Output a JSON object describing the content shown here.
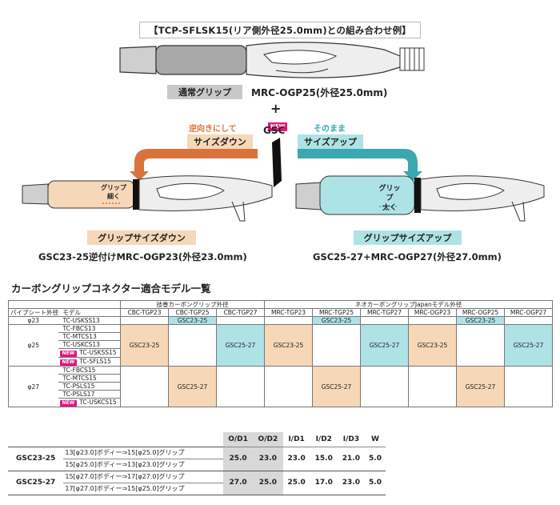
{
  "diagram": {
    "title": "【TCP-SFLSK15(リア側外径25.0mm)との組み合わせ例】",
    "normal_grip_label": "通常グリップ",
    "normal_grip_model": "MRC-OGP25(外径25.0mm)",
    "plus": "+",
    "new_badge": "NEW",
    "gsc_label": "GSC",
    "left_sub": "逆向きにして",
    "left_box": "サイズダウン",
    "right_sub": "そのまま",
    "right_box": "サイズアップ",
    "left_grip_note_1": "グリップ",
    "left_grip_note_2": "細く",
    "right_grip_note_1": "グリップ",
    "right_grip_note_2": "太く",
    "left_result_label": "グリップサイズダウン",
    "right_result_label": "グリップサイズアップ",
    "left_caption": "GSC23-25逆付けMRC-OGP23(外径23.0mm)",
    "right_caption": "GSC25-27+MRC-OGP27(外径27.0mm)",
    "colors": {
      "orange": "#f6d7b7",
      "orange_arrow": "#d9733c",
      "teal": "#aee3e6",
      "teal_arrow": "#3aa8b0",
      "new": "#e3167f"
    }
  },
  "table1": {
    "title": "カーボングリップコネクター適合モデル一覧",
    "group1": "技巻カーボングリップ外径",
    "group2": "ネオカーボングリップJapanモデル外径",
    "head_left1": "パイプシート外径",
    "head_left2": "モデル",
    "columns": [
      "CBC-TGP23",
      "CBC-TGP25",
      "CBC-TGP27",
      "MRC-TGP23",
      "MRC-TGP25",
      "MRC-TGP27",
      "MRC-OGP23",
      "MRC-OGP25",
      "MRC-OGP27"
    ],
    "diam_23": "φ23",
    "diam_25": "φ25",
    "diam_27": "φ27",
    "row23_model": "TC-USKSS13",
    "row23_value": "GSC23-25",
    "rows25": [
      {
        "new": false,
        "model": "TC-FBCS13"
      },
      {
        "new": false,
        "model": "TC-MTCS13"
      },
      {
        "new": false,
        "model": "TC-USKCS13"
      },
      {
        "new": true,
        "model": "TC-USKSS15"
      },
      {
        "new": true,
        "model": "TC-SFLS15"
      }
    ],
    "rows27": [
      {
        "new": false,
        "model": "TC-FBCS15"
      },
      {
        "new": false,
        "model": "TC-MTCS15"
      },
      {
        "new": false,
        "model": "TC-PSLS15"
      },
      {
        "new": false,
        "model": "TC-PSLS17"
      },
      {
        "new": true,
        "model": "TC-USKCS15"
      }
    ],
    "val_gsc2325": "GSC23-25",
    "val_gsc2527": "GSC25-27",
    "new_badge": "NEW"
  },
  "table2": {
    "headers": [
      "O/D1",
      "O/D2",
      "I/D1",
      "I/D2",
      "I/D3",
      "W"
    ],
    "products": [
      {
        "name": "GSC23-25",
        "desc": [
          "13[φ23.0]ボディー⇒15[φ25.0]グリップ",
          "15[φ25.0]ボディー⇒13[φ23.0]グリップ"
        ],
        "values": [
          "25.0",
          "23.0",
          "23.0",
          "15.0",
          "21.0",
          "5.0"
        ]
      },
      {
        "name": "GSC25-27",
        "desc": [
          "15[φ27.0]ボディー⇒17[φ27.0]グリップ",
          "17[φ27.0]ボディー⇒15[φ25.0]グリップ"
        ],
        "values": [
          "27.0",
          "25.0",
          "25.0",
          "17.0",
          "23.0",
          "5.0"
        ]
      }
    ]
  }
}
